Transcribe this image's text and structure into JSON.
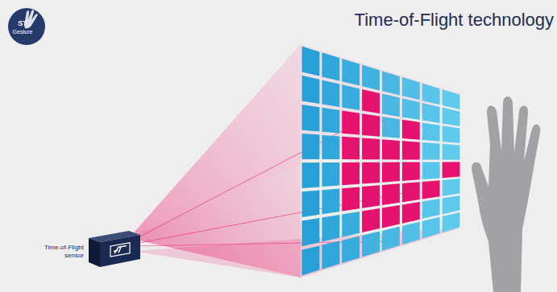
{
  "diagram": {
    "title": "Time-of-Flight technology",
    "labels": [
      "ST",
      "Gesture",
      "Time-of-Flight sensor"
    ]
  }
}
